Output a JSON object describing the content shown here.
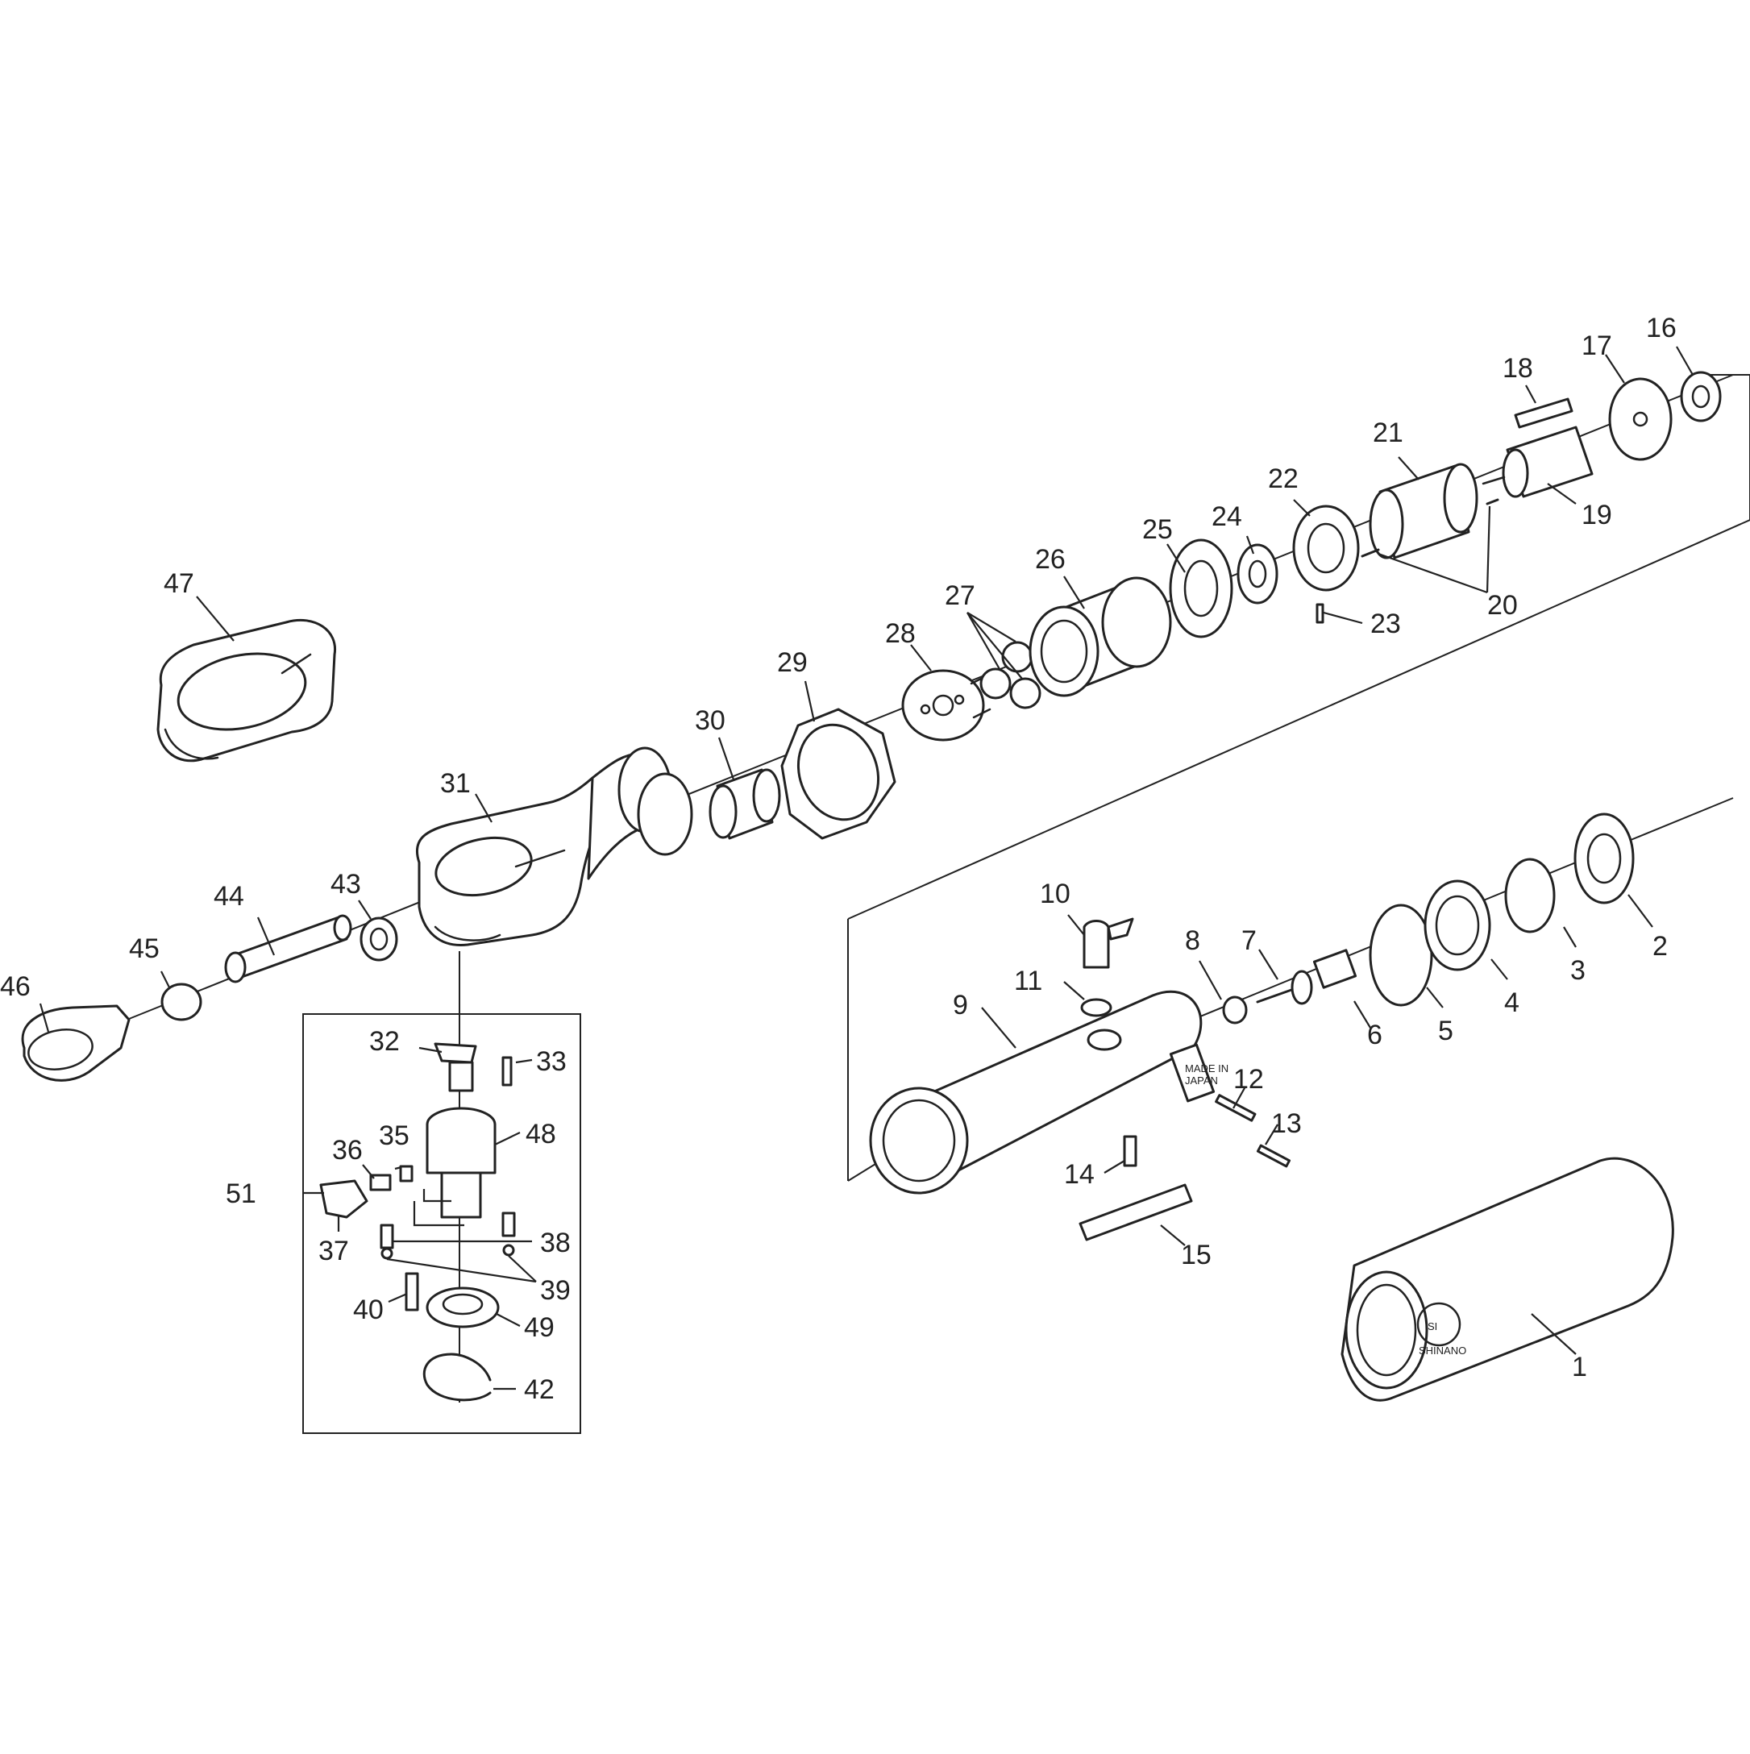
{
  "diagram": {
    "type": "exploded parts diagram",
    "palette": {
      "line": "#222222",
      "background": "#ffffff"
    },
    "callouts": [
      "1",
      "2",
      "3",
      "4",
      "5",
      "6",
      "7",
      "8",
      "9",
      "10",
      "11",
      "12",
      "13",
      "14",
      "15",
      "16",
      "17",
      "18",
      "19",
      "20",
      "21",
      "22",
      "23",
      "24",
      "25",
      "26",
      "27",
      "28",
      "29",
      "30",
      "31",
      "32",
      "33",
      "35",
      "36",
      "37",
      "38",
      "39",
      "40",
      "42",
      "43",
      "44",
      "45",
      "46",
      "47",
      "48",
      "49",
      "51"
    ],
    "housing_markings": {
      "line1": "MADE IN",
      "line2": "JAPAN"
    },
    "handle_logo": {
      "symbol": "SI",
      "text": "SHINANO"
    }
  }
}
